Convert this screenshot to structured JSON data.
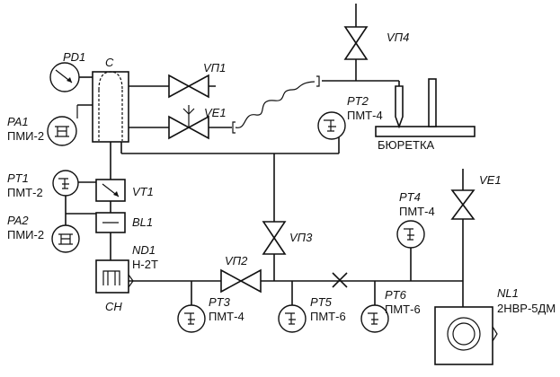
{
  "labels": {
    "pd1": "PD1",
    "c": "C",
    "vp1": "VП1",
    "ve1_top": "VE1",
    "vp4": "VП4",
    "pa1": "PA1",
    "pa1_type": "ПМИ-2",
    "pt2": "PT2",
    "pt2_type": "ПМТ-4",
    "buretka": "БЮРЕТКА",
    "pt1": "PT1",
    "pt1_type": "ПМТ-2",
    "vt1": "VT1",
    "bl1": "BL1",
    "pa2": "PA2",
    "pa2_type": "ПМИ-2",
    "nd1": "ND1",
    "nd1_type": "Н-2Т",
    "ch": "CH",
    "vp2": "VП2",
    "vp3": "VП3",
    "pt3": "PT3",
    "pt3_type": "ПМТ-4",
    "pt5": "PT5",
    "pt5_type": "ПМТ-6",
    "pt6": "PT6",
    "pt6_type": "ПМТ-6",
    "pt4": "PT4",
    "pt4_type": "ПМТ-4",
    "ve1_right": "VE1",
    "nl1": "NL1",
    "nl1_type": "2НВР-5ДМ"
  }
}
